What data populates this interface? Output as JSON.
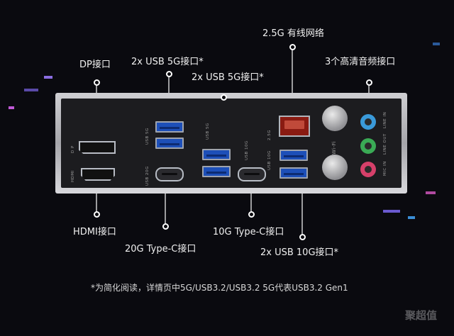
{
  "labels": {
    "dp": "DP接口",
    "usb5g_a": "2x USB 5G接口*",
    "usb5g_b": "2x USB 5G接口*",
    "lan": "2.5G 有线网络",
    "audio": "3个高清音频接口",
    "hdmi": "HDMI接口",
    "typec20": "20G Type-C接口",
    "typec10": "10G Type-C接口",
    "usb10g": "2x USB 10G接口*"
  },
  "plate_text": {
    "dp": "D P",
    "hdmi": "HDMI",
    "usb5g_1": "USB 5G",
    "usb20g": "USB 20G",
    "usb5g_2": "USB 5G",
    "usb10g_1": "USB 10G",
    "usb10g_2": "USB 10G",
    "lan": "2.5G",
    "wifi": "Wi-Fi",
    "line_in": "LINE IN",
    "line_out": "LINE OUT",
    "mic_in": "MIC IN"
  },
  "footnote": "*为简化阅读，详情页中5G/USB3.2/USB3.2 5G代表USB3.2 Gen1",
  "watermark": "聚超值",
  "colors": {
    "background": "#0a0a0f",
    "usb_blue": "#1d4fb8",
    "lan_red": "#8a1b12",
    "audio_blue": "#3a9ad9",
    "audio_green": "#3aaa55",
    "audio_pink": "#d6406a"
  }
}
